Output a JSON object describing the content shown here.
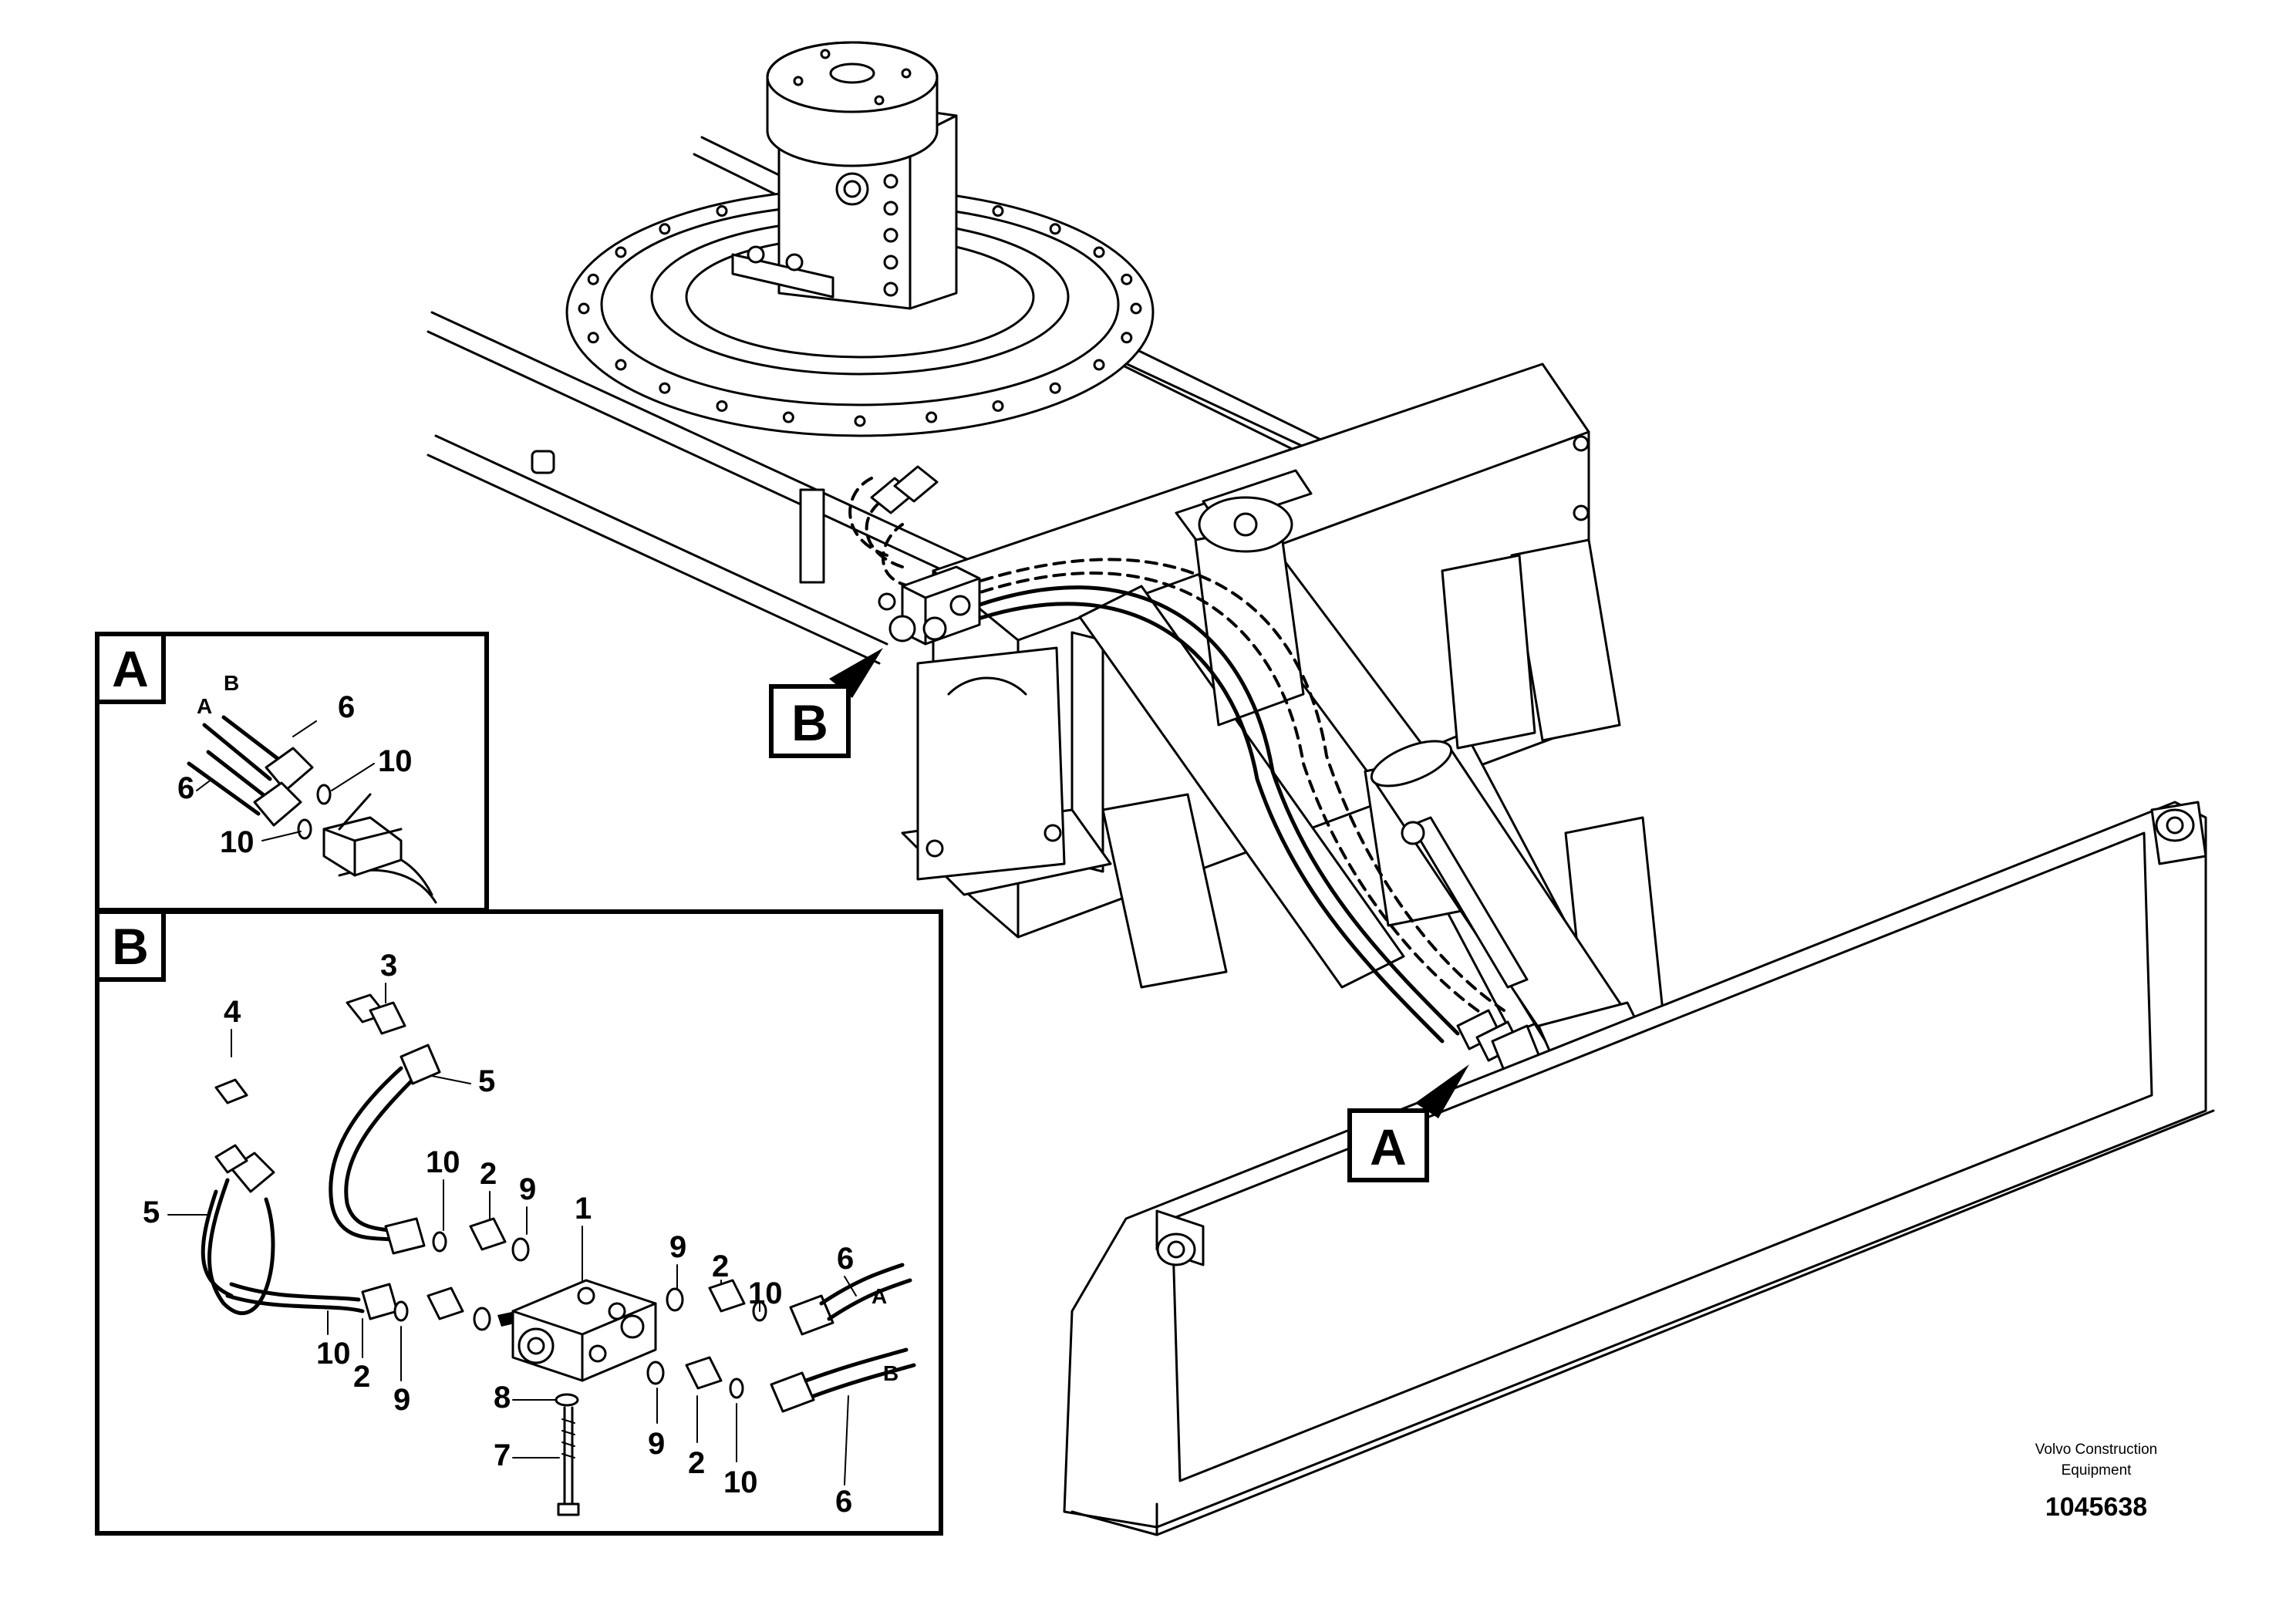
{
  "labels": {
    "view_a": "A",
    "view_b": "B",
    "hose_a": "A",
    "hose_b": "B",
    "part_1": "1",
    "part_2": "2",
    "part_3": "3",
    "part_4": "4",
    "part_5": "5",
    "part_6": "6",
    "part_7": "7",
    "part_8": "8",
    "part_9": "9",
    "part_10": "10"
  },
  "footer": {
    "brand_line1": "Volvo Construction",
    "brand_line2": "Equipment",
    "drawing_number": "1045638"
  }
}
